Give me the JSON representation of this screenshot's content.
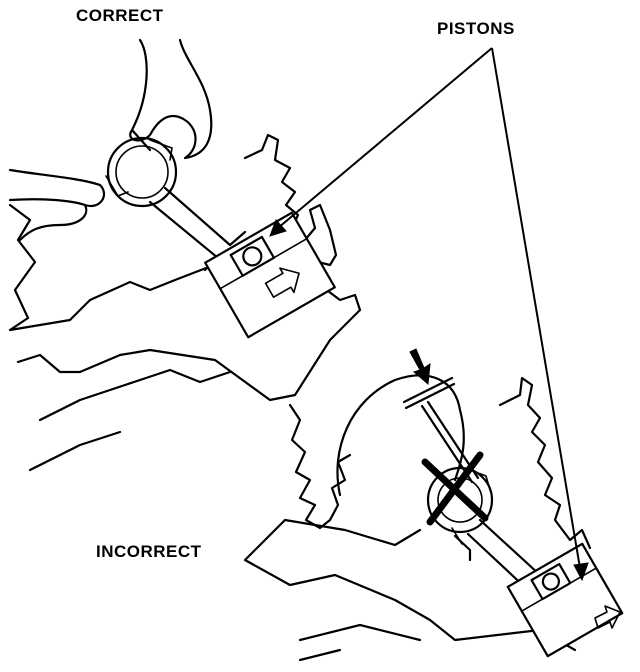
{
  "labels": {
    "correct": "CORRECT",
    "pistons": "PISTONS",
    "incorrect": "INCORRECT"
  },
  "colors": {
    "ink": "#000000",
    "paper": "#ffffff"
  }
}
